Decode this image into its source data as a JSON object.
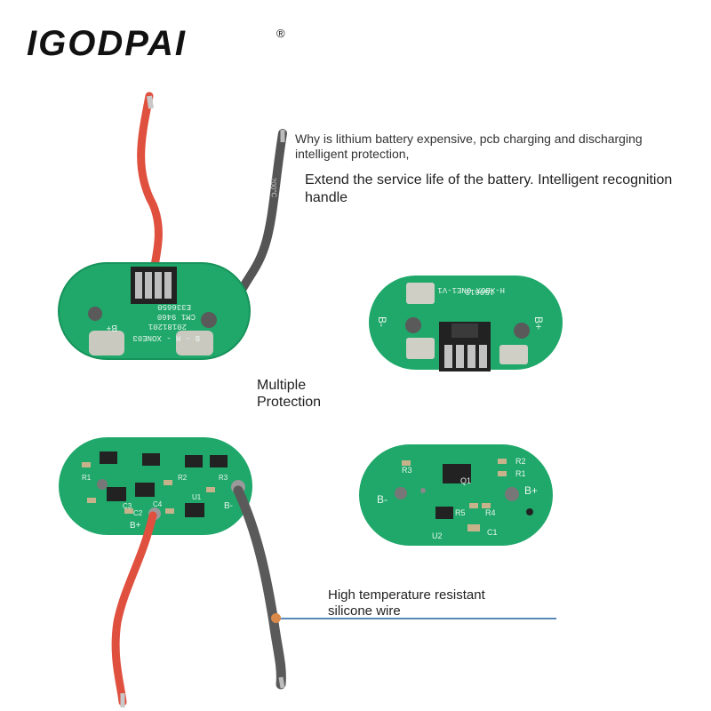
{
  "brand": {
    "logo_text": "IGODPAI",
    "registered_mark": "®",
    "colors": {
      "logo": "#111111",
      "pcb_green": "#1fa86a",
      "wire_red": "#e0503f",
      "wire_gray": "#5a5a5a",
      "pointer_line": "#5b88b8"
    }
  },
  "captions": {
    "why_line": "Why is lithium battery expensive, pcb charging and discharging intelligent protection,",
    "extend_line": "Extend the service life of the battery. Intelligent recognition handle",
    "protection": "Multiple Protection",
    "silicone": "High temperature resistant silicone wire"
  },
  "board_labels": {
    "top_left": {
      "model": "B - H - XONE03",
      "b_plus": "B+",
      "code1": "E336650",
      "code2": "20181201",
      "code3": "CM1 9460"
    },
    "top_right": {
      "model": "H-XBOX ONE1-V1",
      "date": "150612",
      "b_plus": "B+",
      "b_minus": "B-"
    },
    "bottom_left": {
      "b_plus": "B+",
      "b_minus": "B-",
      "parts": [
        "C2",
        "C3",
        "C4",
        "R1",
        "R2",
        "R3",
        "U1"
      ]
    },
    "bottom_right": {
      "b_plus": "B+",
      "b_minus": "B-",
      "parts": [
        "R2",
        "R1",
        "R3",
        "R4",
        "R5",
        "Q1",
        "C1",
        "U2"
      ]
    }
  }
}
